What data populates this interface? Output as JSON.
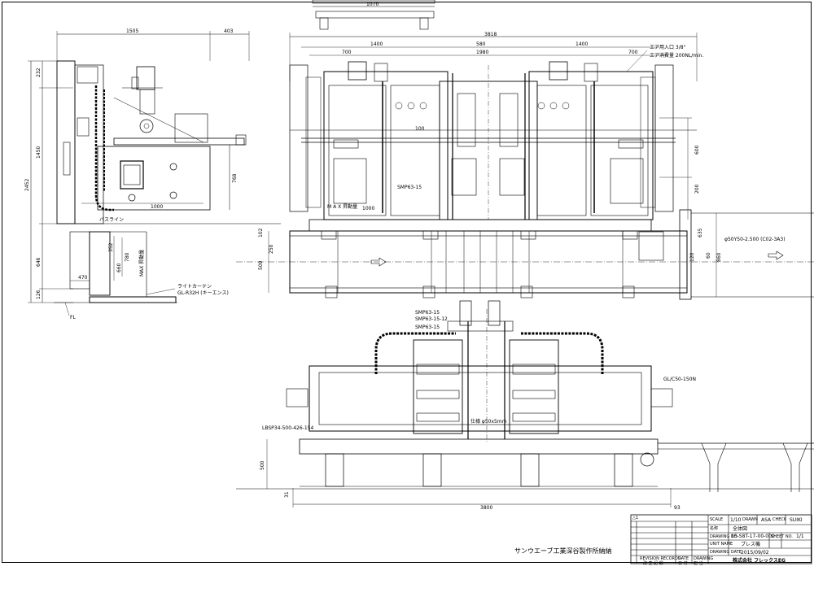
{
  "dimensions": {
    "top_1070": "1070",
    "top_3818": "3818",
    "top_1400_l": "1400",
    "top_580": "580",
    "top_1400_r": "1400",
    "top_700_l": "700",
    "top_1980": "1980",
    "top_700_r": "700",
    "side_1505": "1505",
    "side_403": "403",
    "side_232": "232",
    "side_1450": "1450",
    "side_2452": "2452",
    "side_768": "768",
    "side_1000": "1000",
    "side_646": "646",
    "side_352": "352",
    "side_660": "660",
    "side_780": "780",
    "side_470": "470",
    "side_126": "126",
    "front_102": "102",
    "front_250": "250",
    "front_500": "500",
    "front_600": "600",
    "front_200": "200",
    "front_635": "635",
    "front_60": "60",
    "front_120": "120",
    "front_860": "860",
    "bottom_500": "500",
    "bottom_31": "31",
    "bottom_3800": "3800",
    "bottom_93": "93",
    "front_1000": "1000",
    "front_100": "100"
  },
  "labels": {
    "air_inlet": "エア用入口 3/8\"",
    "air_consumption": "エア消費量 200NL/min.",
    "pass_line": "パスライン",
    "max_stroke": "MAX 昇動量",
    "max_stroke_front": "M A X 昇動量",
    "light_curtain_1": "ライトカーテン",
    "light_curtain_2": "GL-R32H (キーエンス)",
    "fl": "FL",
    "conveyor_spec": "φ50Y50-2.500 (C02-3A3)",
    "cylinder": "SMP63-15",
    "side_cyl_1": "SMP63-15",
    "side_cyl_2": "SMP63-15-12",
    "side_cyl_3": "SMP63-15",
    "right_label": "GL/C50-150N",
    "left_label": "LBSP34-500-426-154",
    "center_label": "仕様 φ50x5mm"
  },
  "footer": {
    "delivery": "サンウエーブ工業深谷製作所納納"
  },
  "title_block": {
    "corner_mark": "△1",
    "scale_label": "SCALE",
    "scale": "1/10",
    "drawn_label": "DRAWN",
    "drawn": "ASA",
    "check_label": "CHECK",
    "checked": "SUIKI",
    "name_label": "名称",
    "name": "全体図",
    "drawing_no_label": "DRAWING NO.",
    "drawing_no": "15-S8T-17-00-000",
    "sheet_label": "SHEET NO.",
    "sheet": "1/1",
    "unit_label": "UNIT NAME",
    "unit": "プレス機",
    "date_label": "DRAWING DATE",
    "date": "2015/09/02",
    "revision_records": "REVISION RECORDS",
    "revision_jp": "改 変 記 録",
    "date_col": "DATE",
    "date_col_jp": "日 付",
    "drawing_col": "DRAWING",
    "drawing_col_jp": "担 当",
    "company": "株式会社 フレックスEG"
  }
}
